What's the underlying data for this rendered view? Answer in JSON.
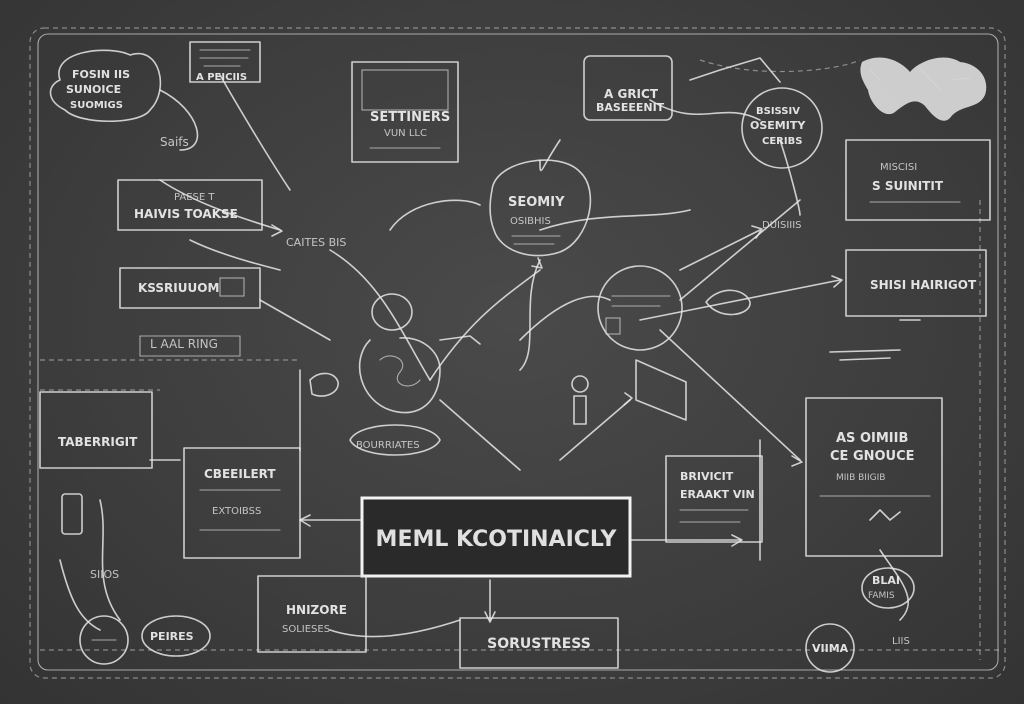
{
  "central": {
    "title": "MEML KCOTINAICLY"
  },
  "nodes": {
    "top_left_cloud": {
      "line1": "FOSIN IIS",
      "line2": "SUNOICE",
      "line3": "SUOMIGS"
    },
    "top_left_small": "Saifs",
    "top_left_header": "A PEICIIS",
    "top_center_box": {
      "title": "SETTINERS",
      "sub": "VUN LLC"
    },
    "top_center_right_box": {
      "line1": "A GRICT",
      "line2": "BASEEENIT"
    },
    "top_right_circle": {
      "line1": "BSISSIV",
      "line2": "OSEMITY",
      "line3": "CERIBS"
    },
    "right_box_top": {
      "label": "MISCISI",
      "title": "S SUINITIT"
    },
    "right_box_mid": {
      "title": "SHISI HAIRIGOT"
    },
    "left_box_top": {
      "label": "PAESE T",
      "title": "HAIVIS TOAKSE"
    },
    "left_box_mid": {
      "title": "KSSRIUUOM"
    },
    "left_small_label": "L AAL RING",
    "left_box_bottom": {
      "title": "TABERRIGIT"
    },
    "center_circle": {
      "title": "SEOMIY",
      "sub": "OSIBHIS"
    },
    "center_note": "CAITES BIS",
    "figure_label": "BOURRIATES",
    "left_lower_box": {
      "title": "CBEEILERT",
      "sub": "EXTOIBSS"
    },
    "right_mid_big_box": {
      "line1": "AS OIMIIB",
      "line2": "CE GNOUCE",
      "line3": "MIIB BIIGIB"
    },
    "right_mid_small_box": {
      "line1": "BRIVICIT",
      "line2": "ERAAKT VIN"
    },
    "bottom_left_small": "SIIOS",
    "bottom_left_circle": "PEIRES",
    "bottom_left_box": {
      "title": "HNIZORE",
      "sub": "SOLIESES"
    },
    "bottom_center_box": {
      "title": "SORUSTRESS"
    },
    "bottom_right_label1": "BLAI",
    "bottom_right_label2": "FAMIS",
    "bottom_right_label3": "VIIMA",
    "bottom_right_tag": "LIIS"
  },
  "colors": {
    "chalk": "#e8e8e8",
    "board": "#3d3d3d",
    "central_bg": "#2a2a2a"
  },
  "icons": [
    "world-map-icon",
    "brain-figure-icon",
    "lightbulb-icon",
    "flag-icon",
    "battery-icon",
    "hand-drawn-doodle-icon"
  ]
}
